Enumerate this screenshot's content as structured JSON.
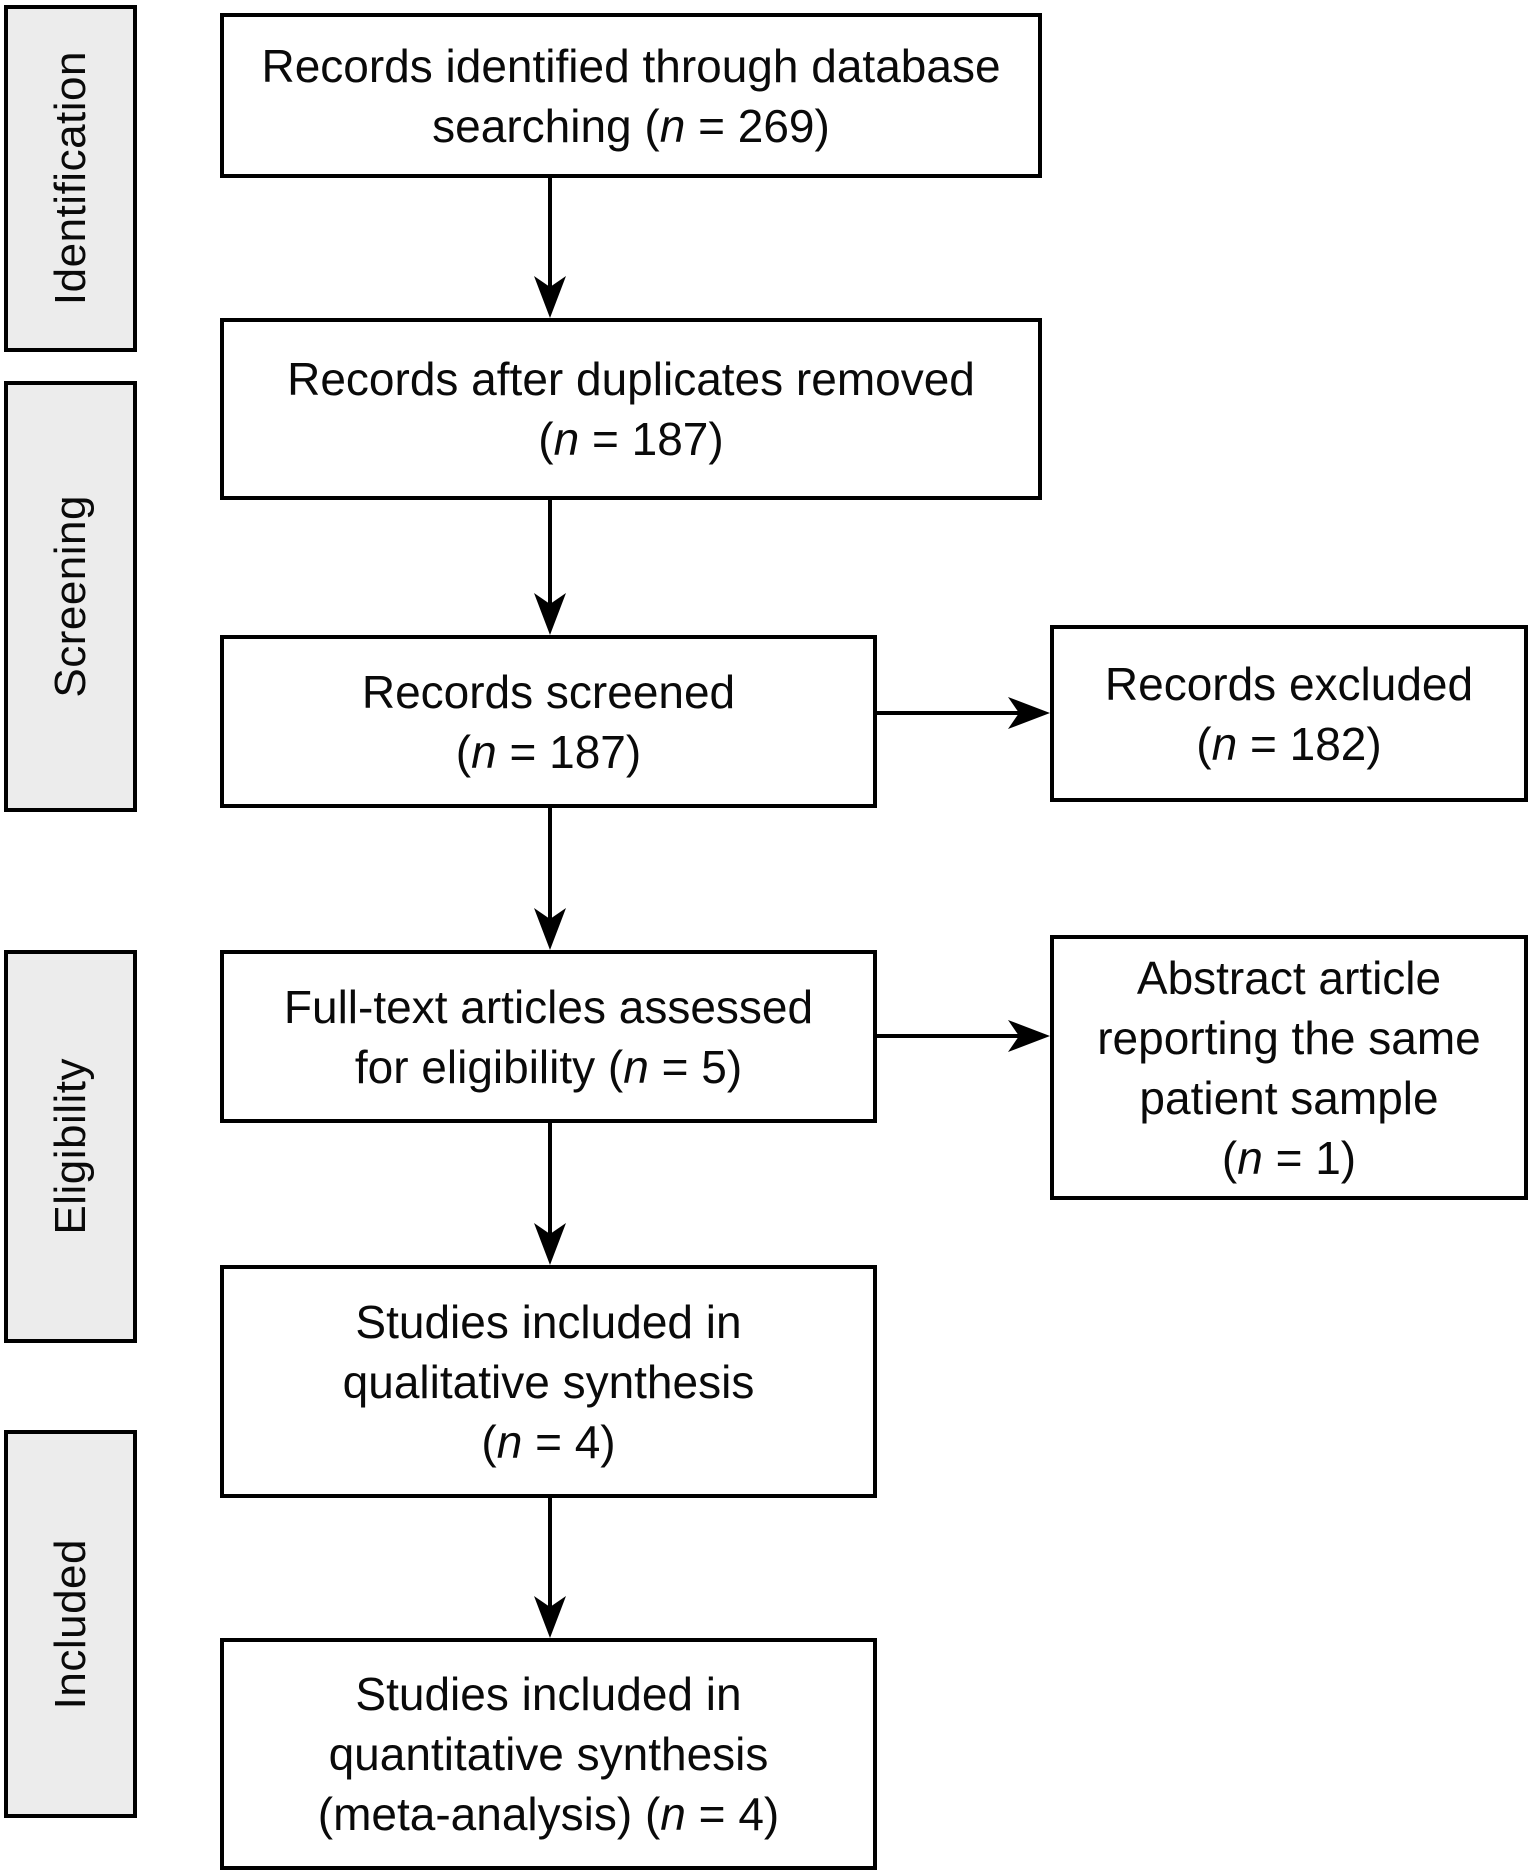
{
  "stage_labels": [
    "Identification",
    "Screening",
    "Eligibility",
    "Included"
  ],
  "boxes": {
    "identified": {
      "lines": [
        "Records identified through database",
        "searching (*n* = 269)"
      ]
    },
    "duplicates": {
      "lines": [
        "Records after duplicates removed",
        "(*n* = 187)"
      ]
    },
    "screened": {
      "lines": [
        "Records screened",
        "(*n* = 187)"
      ]
    },
    "excluded": {
      "lines": [
        "Records excluded",
        "(*n* = 182)"
      ]
    },
    "fulltext": {
      "lines": [
        "Full-text articles assessed",
        "for eligibility (*n* = 5)"
      ]
    },
    "abstract": {
      "lines": [
        "Abstract article",
        "reporting the same",
        "patient sample",
        "(*n* = 1)"
      ]
    },
    "qualitative": {
      "lines": [
        "Studies included in",
        "qualitative synthesis",
        "(*n* = 4)"
      ]
    },
    "quantitative": {
      "lines": [
        "Studies included in",
        "quantitative synthesis",
        "(meta-analysis) (*n* = 4)"
      ]
    }
  }
}
